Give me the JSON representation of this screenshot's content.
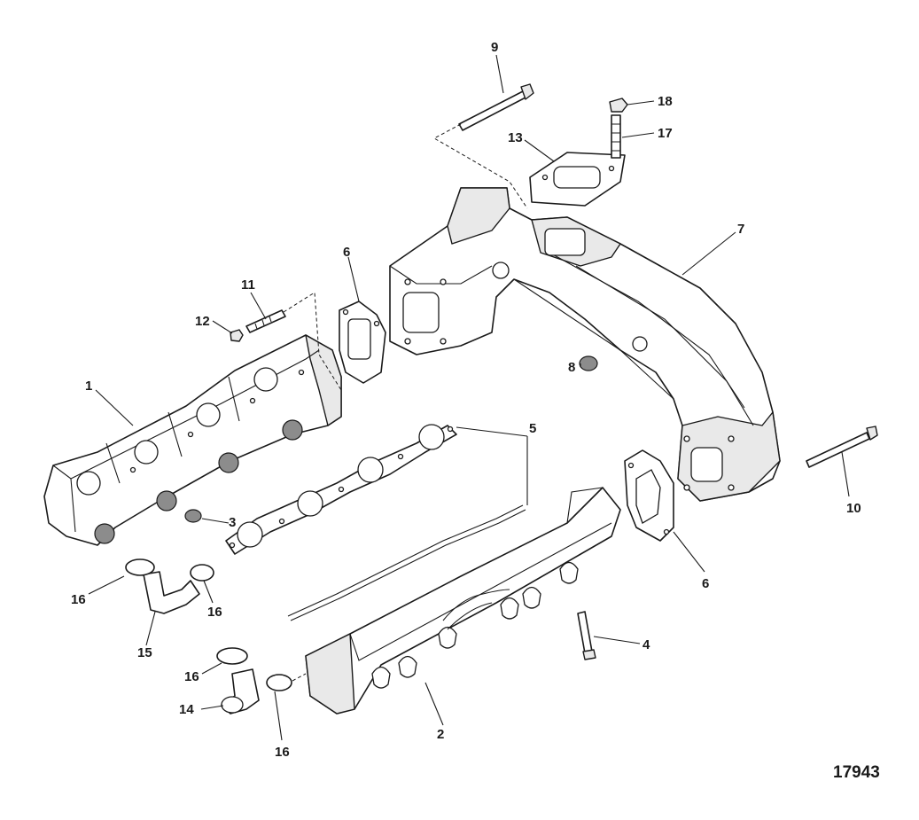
{
  "figure_number": "17943",
  "callouts": [
    {
      "id": "c9",
      "label": "9"
    },
    {
      "id": "c18",
      "label": "18"
    },
    {
      "id": "c17",
      "label": "17"
    },
    {
      "id": "c13",
      "label": "13"
    },
    {
      "id": "c7",
      "label": "7"
    },
    {
      "id": "c6a",
      "label": "6"
    },
    {
      "id": "c11",
      "label": "11"
    },
    {
      "id": "c12",
      "label": "12"
    },
    {
      "id": "c1",
      "label": "1"
    },
    {
      "id": "c8",
      "label": "8"
    },
    {
      "id": "c5",
      "label": "5"
    },
    {
      "id": "c10",
      "label": "10"
    },
    {
      "id": "c3",
      "label": "3"
    },
    {
      "id": "c6b",
      "label": "6"
    },
    {
      "id": "c16a",
      "label": "16"
    },
    {
      "id": "c16b",
      "label": "16"
    },
    {
      "id": "c15",
      "label": "15"
    },
    {
      "id": "c4",
      "label": "4"
    },
    {
      "id": "c16c",
      "label": "16"
    },
    {
      "id": "c14",
      "label": "14"
    },
    {
      "id": "c2",
      "label": "2"
    },
    {
      "id": "c16d",
      "label": "16"
    }
  ]
}
